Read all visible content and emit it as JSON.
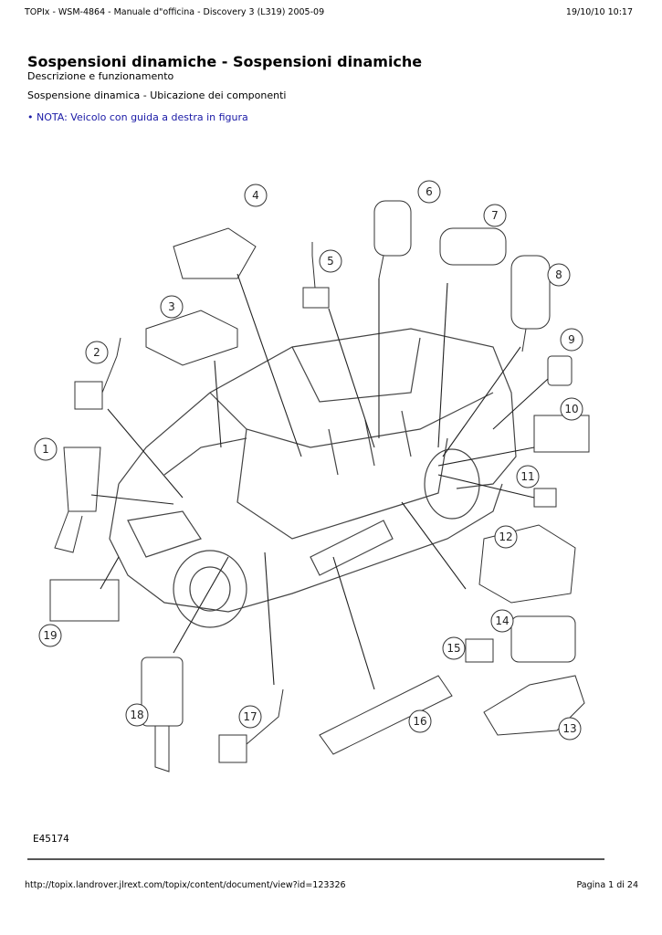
{
  "header": {
    "left": "TOPIx - WSM-4864 - Manuale d\"officina - Discovery 3 (L319) 2005-09",
    "right": "19/10/10 10:17"
  },
  "doc": {
    "title": "Sospensioni dinamiche - Sospensioni dinamiche",
    "subtitle": "Descrizione e funzionamento",
    "section": "Sospensione dinamica - Ubicazione dei componenti",
    "note": "• NOTA: Veicolo con guida a destra in figura"
  },
  "figure": {
    "code": "E45174",
    "callouts": [
      "1",
      "2",
      "3",
      "4",
      "5",
      "6",
      "7",
      "8",
      "9",
      "10",
      "11",
      "12",
      "13",
      "14",
      "15",
      "16",
      "17",
      "18",
      "19"
    ]
  },
  "footer": {
    "url": "http://topix.landrover.jlrext.com/topix/content/document/view?id=123326",
    "page": "Pagina 1 di 24"
  }
}
